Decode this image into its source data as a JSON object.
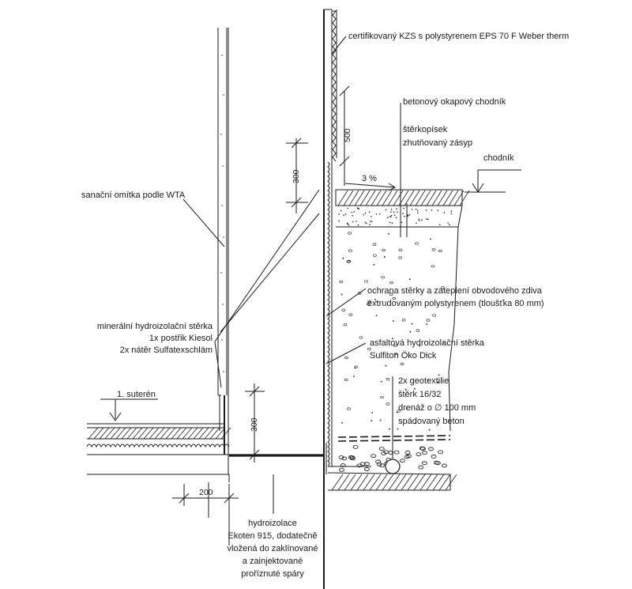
{
  "labels": {
    "certified_etics": "certifikovaný KZS s polystyrenem EPS 70 F Weber therm",
    "concrete_apron": "betonový okapový chodník",
    "gravel_sand": "štěrkopísek",
    "compacted_fill": "zhutňovaný zásyp",
    "pavement": "chodník",
    "slope": "3 %",
    "sanitary_plaster": "sanační omítka podle WTA",
    "protection_line1": "ochrana stěrky a zateplení obvodového zdiva",
    "protection_line2": "extrudovaným polystyrenem (tloušťka 80 mm)",
    "mineral_line1": "minerální hydroizolační stěrka",
    "mineral_line2": "1x postřik Kiesol",
    "mineral_line3": "2x nátěr Sulfatexschläm",
    "asphalt_line1": "asfaltová hydroizolační stěrka",
    "asphalt_line2": "Sulfiton Öko Dick",
    "basement": "1. suterén",
    "geotextile": "2x geotextilie",
    "gravel": "štěrk 16/32",
    "drain": "drenáž o ∅ 100 mm",
    "sloped_concrete": "spádovaný beton",
    "hydro_line1": "hydroizolace",
    "hydro_line2": "Ekoten 915, dodatečně",
    "hydro_line3": "vložená do zaklínované",
    "hydro_line4": "a zainjektované",
    "hydro_line5": "proříznuté spáry"
  },
  "dimensions": {
    "d500": "500",
    "d300_upper": "300",
    "d300_lower": "300",
    "d200": "200"
  }
}
